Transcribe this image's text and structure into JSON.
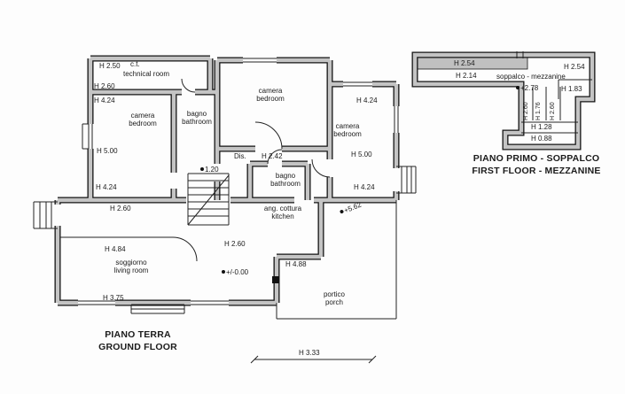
{
  "colors": {
    "wall_gray": "#c4c4c4",
    "line": "#1b1b1b",
    "background": "#ffffff"
  },
  "ground_floor": {
    "title1": "PIANO TERRA",
    "title2": "GROUND FLOOR",
    "rooms": {
      "ct_abbr": "c.t.",
      "technical": "technical room",
      "bedroom_left": "camera\nbedroom",
      "bathroom_top": "bagno\nbathroom",
      "bedroom_mid": "camera\nbedroom",
      "bedroom_right": "camera\nbedroom",
      "hallway": "Dis.",
      "bathroom_mid": "bagno\nbathroom",
      "kitchen": "ang. cottura\nkitchen",
      "living": "soggiorno\nliving room",
      "porch": "portico\nporch"
    },
    "dims": {
      "h250": "H 2.50",
      "h260_ct": "H 2.60",
      "h424_nw": "H 4.24",
      "h500_w": "H 5.00",
      "h424_ne": "H 4.24",
      "h500_e": "H 5.00",
      "h242": "H 2.42",
      "w120": "1.20",
      "h424_sw": "H 4.24",
      "h424_se": "H 4.24",
      "h260_mid": "H 2.60",
      "h484": "H 4.84",
      "h260_liv": "H 2.60",
      "h488": "H 4.88",
      "h375": "H 3.75",
      "h333": "H 3.33"
    },
    "levels": {
      "ground": "+/-0.00",
      "porch": "+5.62"
    }
  },
  "mezzanine": {
    "title1": "PIANO PRIMO - SOPPALCO",
    "title2": "FIRST FLOOR - MEZZANINE",
    "room": "soppalco - mezzanine",
    "dims": {
      "h254_l": "H 2.54",
      "h214": "H 2.14",
      "h254_r": "H 2.54",
      "h183": "H 1.83",
      "v260_a": "H 2.60",
      "v176": "H 1.76",
      "v260_b": "H 2.60",
      "h128": "H 1.28",
      "h088": "H 0.88"
    },
    "level": "+2.78"
  }
}
